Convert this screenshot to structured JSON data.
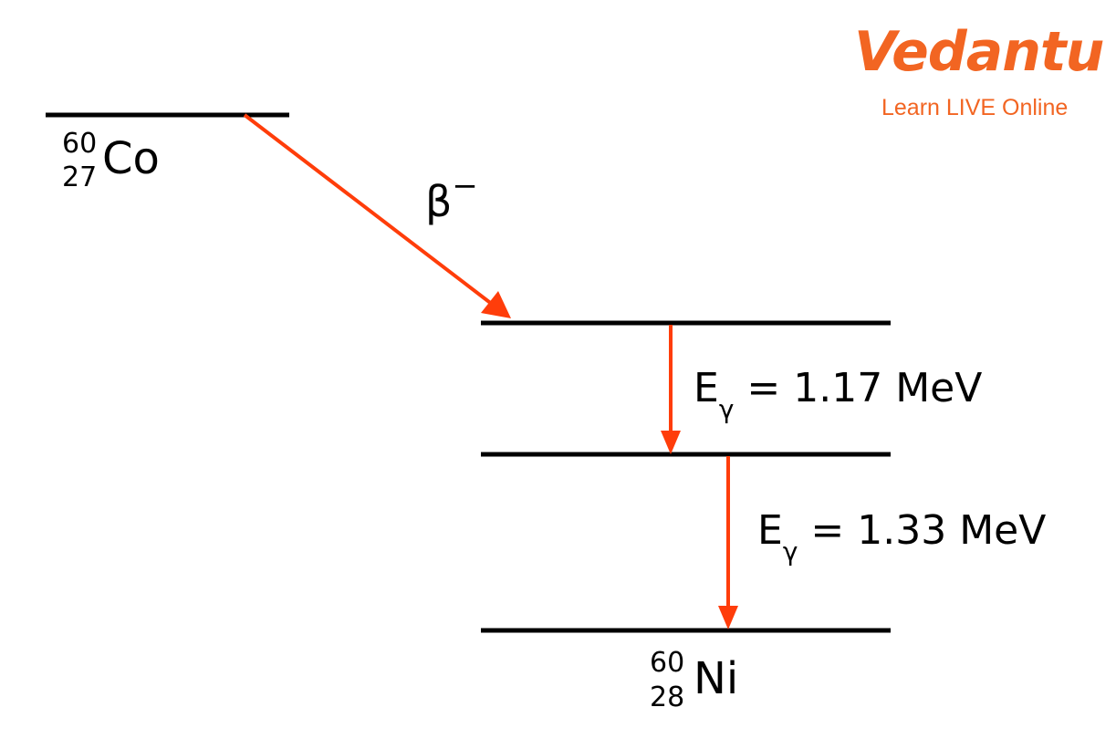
{
  "logo": {
    "brand": "Vedantu",
    "tagline": "Learn LIVE Online",
    "color": "#f26522"
  },
  "parent": {
    "mass_number": "60",
    "atomic_number": "27",
    "symbol": "Co"
  },
  "daughter": {
    "mass_number": "60",
    "atomic_number": "28",
    "symbol": "Ni"
  },
  "beta": {
    "symbol": "β",
    "charge": "−"
  },
  "gamma1": {
    "label": "E",
    "subscript": "γ",
    "value": "= 1.17 MeV"
  },
  "gamma2": {
    "label": "E",
    "subscript": "γ",
    "value": "= 1.33 MeV"
  },
  "colors": {
    "arrow": "#ff3d0a",
    "level": "#000000"
  }
}
